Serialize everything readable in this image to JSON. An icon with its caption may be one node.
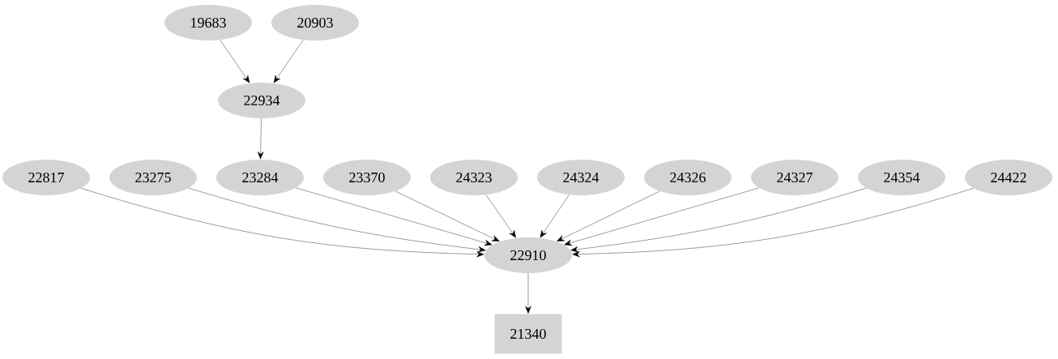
{
  "diagram": {
    "nodes": [
      {
        "text": [
          "19683"
        ]
      },
      {
        "text": [
          "20903"
        ]
      },
      {
        "text": [
          "22934"
        ]
      },
      {
        "text": [
          "22817"
        ]
      },
      {
        "text": [
          "23275"
        ]
      },
      {
        "text": [
          "23284"
        ]
      },
      {
        "text": [
          "23370"
        ]
      },
      {
        "text": [
          "24323"
        ]
      },
      {
        "text": [
          "24324"
        ]
      },
      {
        "text": [
          "24326"
        ]
      },
      {
        "text": [
          "24327"
        ]
      },
      {
        "text": [
          "24354"
        ]
      },
      {
        "text": [
          "24422"
        ]
      },
      {
        "text": [
          "22910"
        ]
      },
      {
        "text": [
          "21340"
        ]
      }
    ],
    "edges": [
      {
        "from": 0,
        "to": 2,
        "arrow": "to"
      },
      {
        "from": 1,
        "to": 2,
        "arrow": "to"
      },
      {
        "from": 2,
        "to": 5,
        "arrow": "to"
      },
      {
        "from": 3,
        "to": 13,
        "arrow": "to"
      },
      {
        "from": 4,
        "to": 13,
        "arrow": "to"
      },
      {
        "from": 5,
        "to": 13,
        "arrow": "to"
      },
      {
        "from": 6,
        "to": 13,
        "arrow": "to"
      },
      {
        "from": 7,
        "to": 13,
        "arrow": "to"
      },
      {
        "from": 8,
        "to": 13,
        "arrow": "to"
      },
      {
        "from": 9,
        "to": 13,
        "arrow": "to"
      },
      {
        "from": 10,
        "to": 13,
        "arrow": "to"
      },
      {
        "from": 11,
        "to": 13,
        "arrow": "to"
      },
      {
        "from": 12,
        "to": 13,
        "arrow": "to"
      },
      {
        "from": 13,
        "to": 14,
        "arrow": "to"
      }
    ]
  }
}
